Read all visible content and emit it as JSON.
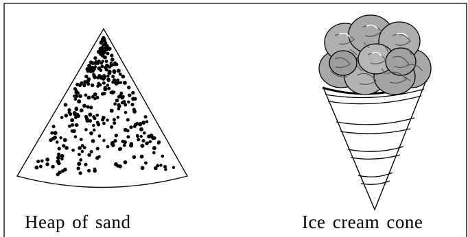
{
  "captions": {
    "sand": "Heap of sand",
    "cone": "Ice cream cone"
  },
  "figures": [
    {
      "name": "sand-heap-figure",
      "depicts": "triangular heap filled with dots"
    },
    {
      "name": "ice-cream-cone-figure",
      "depicts": "cone with striped bands topped by scoops"
    }
  ],
  "colors": {
    "ink": "#000000",
    "scoop_fill": "#a8a8a8",
    "scoop_shade": "#7a7a7a",
    "background": "#ffffff"
  }
}
